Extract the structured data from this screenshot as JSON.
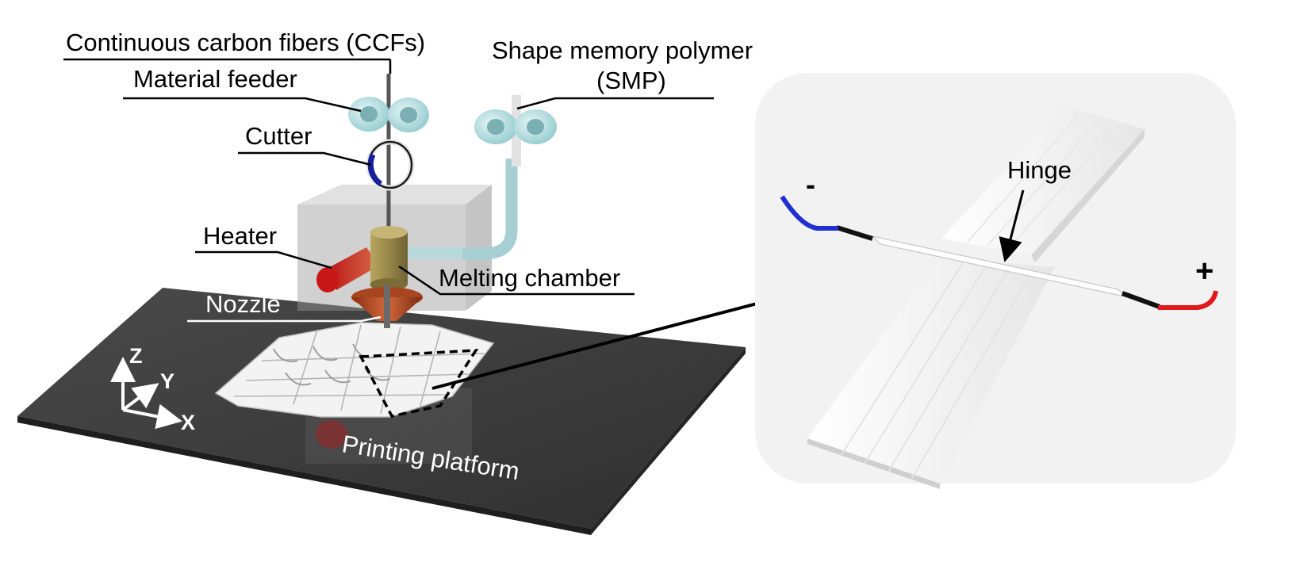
{
  "labels": {
    "ccf": "Continuous carbon fibers (CCFs)",
    "feeder": "Material feeder",
    "cutter": "Cutter",
    "smp_line1": "Shape memory polymer",
    "smp_line2": "(SMP)",
    "heater": "Heater",
    "melting": "Melting chamber",
    "nozzle": "Nozzle",
    "platform": "Printing platform",
    "hinge": "Hinge",
    "minus": "-",
    "plus": "+"
  },
  "axes": {
    "z": "Z",
    "y": "Y",
    "x": "X"
  },
  "colors": {
    "platform": "#3f3f3f",
    "roller": "#b6dfe2",
    "heater": "#d81e1e",
    "chamber": "#9a8a4c",
    "nozzle": "#c9572a",
    "wire_negative": "#1f2fd0",
    "wire_positive": "#e01a1a",
    "inset_bg": "#f1f1f1"
  }
}
